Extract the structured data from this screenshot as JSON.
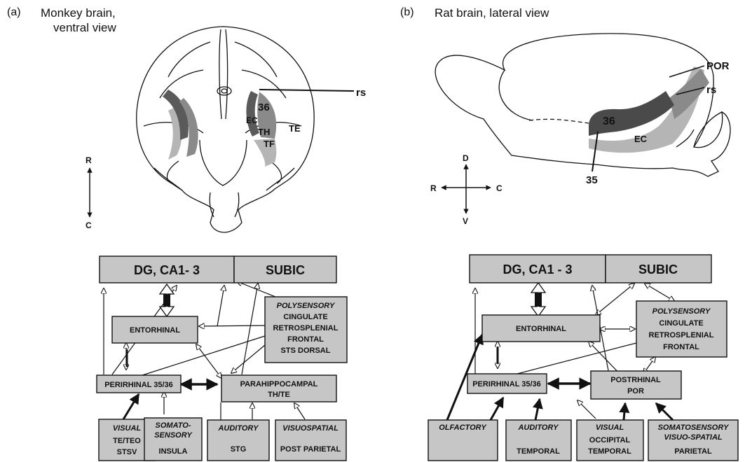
{
  "panel_a": {
    "label": "(a)",
    "title_line1": "Monkey brain,",
    "title_line2": "ventral view",
    "brain_labels": {
      "rs": "rs",
      "a36": "36",
      "ec": "EC",
      "th": "TH",
      "tf": "TF",
      "te": "TE"
    },
    "compass": {
      "r": "R",
      "c": "C"
    },
    "flow": {
      "top_left": "DG, CA1- 3",
      "top_right": "SUBIC",
      "entorhinal": "ENTORHINAL",
      "perirhinal": "PERIRHINAL 35/36",
      "parahippocampal_1": "PARAHIPPOCAMPAL",
      "parahippocampal_2": "TH/TE",
      "polysensory_head": "POLYSENSORY",
      "polysensory_lines": [
        "CINGULATE",
        "RETROSPLENIAL",
        "FRONTAL",
        "STS DORSAL"
      ],
      "inputs": {
        "visual_head": "VISUAL",
        "visual_1": "TE/TEO",
        "visual_2": "STSV",
        "somato_head_1": "SOMATO-",
        "somato_head_2": "SENSORY",
        "somato_1": "INSULA",
        "auditory_head": "AUDITORY",
        "auditory_1": "STG",
        "visuospatial_head": "VISUOSPATIAL",
        "visuospatial_1": "POST PARIETAL"
      }
    }
  },
  "panel_b": {
    "label": "(b)",
    "title": "Rat brain, lateral view",
    "brain_labels": {
      "por": "POR",
      "rs": "rs",
      "a36": "36",
      "ec": "EC",
      "a35": "35"
    },
    "compass": {
      "d": "D",
      "v": "V",
      "r": "R",
      "c": "C"
    },
    "flow": {
      "top_left": "DG, CA1 - 3",
      "top_right": "SUBIC",
      "entorhinal": "ENTORHINAL",
      "perirhinal": "PERIRHINAL 35/36",
      "postrhinal_1": "POSTRHINAL",
      "postrhinal_2": "POR",
      "polysensory_head": "POLYSENSORY",
      "polysensory_lines": [
        "CINGULATE",
        "RETROSPLENIAL",
        "FRONTAL"
      ],
      "inputs": {
        "olfactory_head": "OLFACTORY",
        "auditory_head": "AUDITORY",
        "auditory_1": "TEMPORAL",
        "visual_head": "VISUAL",
        "visual_1": "OCCIPITAL",
        "visual_2": "TEMPORAL",
        "somato_head_1": "SOMATOSENSORY",
        "somato_head_2": "VISUO-SPATIAL",
        "somato_1": "PARIETAL"
      }
    }
  },
  "colors": {
    "box_fill": "#c6c6c6",
    "dark_region": "#4a4a4a",
    "mid_region": "#7d7d7d",
    "light_region": "#b5b5b5"
  }
}
